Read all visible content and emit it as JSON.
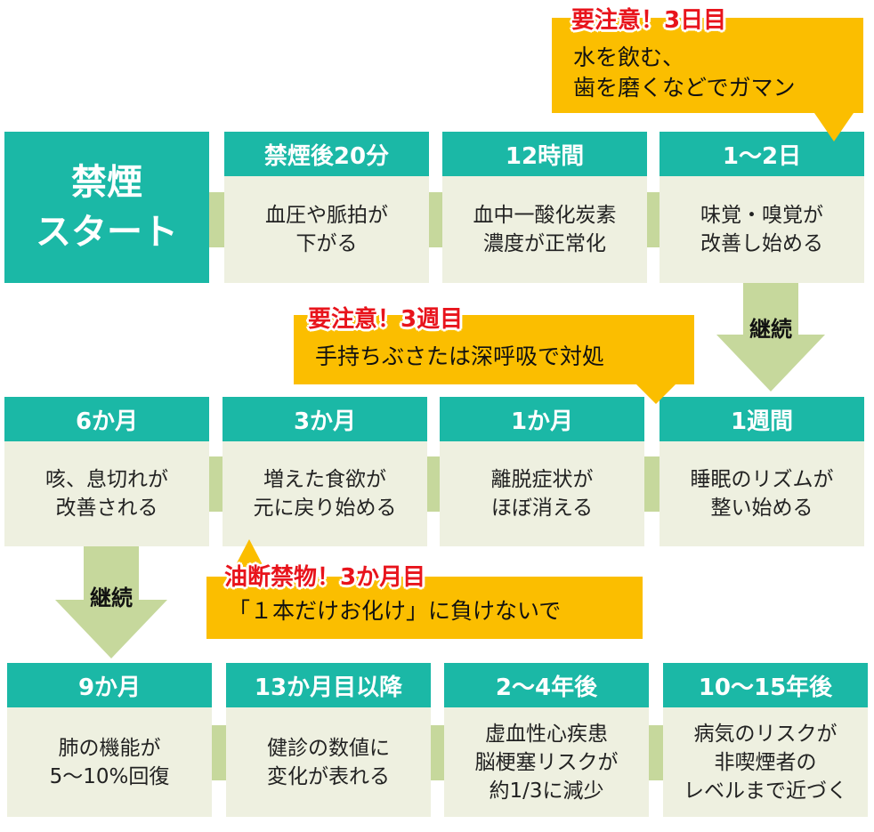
{
  "start": {
    "label": "禁煙\nスタート"
  },
  "steps": [
    {
      "header": "禁煙後20分",
      "body": "血圧や脈拍が\n下がる"
    },
    {
      "header": "12時間",
      "body": "血中一酸化炭素\n濃度が正常化"
    },
    {
      "header": "1〜2日",
      "body": "味覚・嗅覚が\n改善し始める"
    },
    {
      "header": "1週間",
      "body": "睡眠のリズムが\n整い始める"
    },
    {
      "header": "1か月",
      "body": "離脱症状が\nほぼ消える"
    },
    {
      "header": "3か月",
      "body": "増えた食欲が\n元に戻り始める"
    },
    {
      "header": "6か月",
      "body": "咳、息切れが\n改善される"
    },
    {
      "header": "9か月",
      "body": "肺の機能が\n5〜10%回復"
    },
    {
      "header": "13か月目以降",
      "body": "健診の数値に\n変化が表れる"
    },
    {
      "header": "2〜4年後",
      "body": "虚血性心疾患\n脳梗塞リスクが\n約1/3に減少"
    },
    {
      "header": "10〜15年後",
      "body": "病気のリスクが\n非喫煙者の\nレベルまで近づく"
    }
  ],
  "callouts": [
    {
      "title": "要注意！3日目",
      "text": "水を飲む、\n歯を磨くなどでガマン"
    },
    {
      "title": "要注意！3週目",
      "text": "手持ちぶさたは深呼吸で対処"
    },
    {
      "title": "油断禁物！3か月目",
      "text": "「１本だけお化け」に負けないで"
    }
  ],
  "arrows": [
    {
      "label": "継続"
    },
    {
      "label": "継続"
    }
  ],
  "colors": {
    "teal": "#1bb8a6",
    "body": "#eef0e0",
    "connector": "#c6d89c",
    "callout": "#fbbe00",
    "alert": "#e8141c"
  }
}
